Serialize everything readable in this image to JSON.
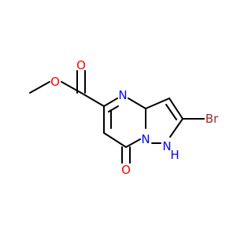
{
  "molecule": {
    "atoms": [
      {
        "id": "o_ester_single",
        "label": "O",
        "color": "#ff0000"
      },
      {
        "id": "o_ester_carbonyl",
        "label": "O",
        "color": "#ff0000"
      },
      {
        "id": "n_ring_imine",
        "label": "N",
        "color": "#0000ff"
      },
      {
        "id": "n_bridgehead",
        "label": "N",
        "color": "#0000ff"
      },
      {
        "id": "n_pyrazole_h",
        "label": "N",
        "color": "#0000ff"
      },
      {
        "id": "h_on_nitrogen",
        "label": "H",
        "color": "#0000ff"
      },
      {
        "id": "o_ketone",
        "label": "O",
        "color": "#ff0000"
      },
      {
        "id": "br",
        "label": "Br",
        "color": "#a52a2a"
      }
    ]
  }
}
